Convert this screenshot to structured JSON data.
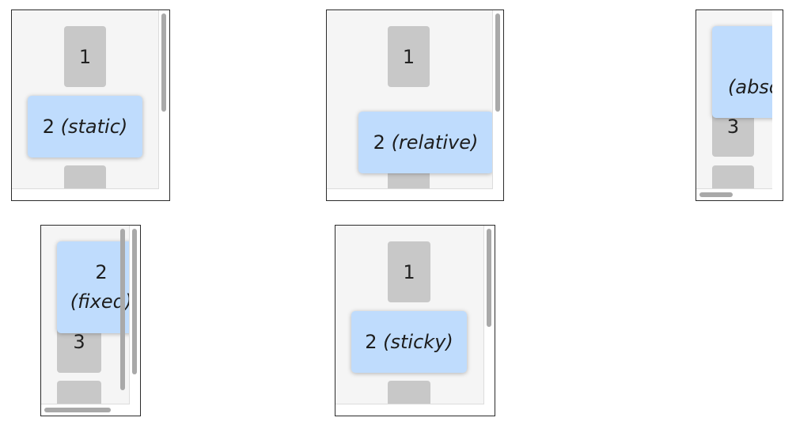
{
  "panels": {
    "static": {
      "box1": "1",
      "box2_num": "2",
      "box2_kw": "(static)"
    },
    "relative": {
      "box1": "1",
      "box2_num": "2",
      "box2_kw": "(relative)"
    },
    "absolute": {
      "box3": "3",
      "box2_kw": "(abso"
    },
    "fixed": {
      "box2_num": "2",
      "box2_kw": "(fixed)",
      "box3": "3"
    },
    "sticky": {
      "box1": "1",
      "box2_num": "2",
      "box2_kw": "(sticky)"
    }
  },
  "colors": {
    "highlight": "#bfdcfd",
    "box": "#c8c8c8",
    "viewport": "#f5f5f5",
    "scrollbar": "#a9a9a9"
  }
}
